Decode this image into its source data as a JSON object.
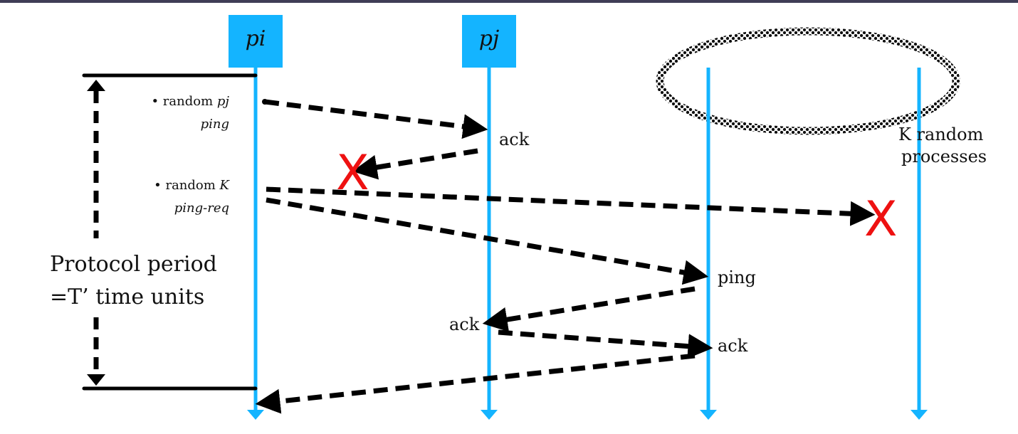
{
  "processes": {
    "p1": "pi",
    "p2": "pj"
  },
  "steps": {
    "step1_prefix": "• random ",
    "step1_var": "pj",
    "step1_msg": "ping",
    "step2_prefix": "• random ",
    "step2_var": "K",
    "step2_msg": "ping-req"
  },
  "messages": {
    "ack_pj": "ack",
    "ping_k": "ping",
    "ack_relay": "ack",
    "ack_k": "ack"
  },
  "group_label": {
    "line1": "K random",
    "line2": "processes"
  },
  "period_label": {
    "line1": "Protocol period",
    "line2": "=T’ time units"
  },
  "failure_marker": "X",
  "colors": {
    "lifeline": "#14b4ff",
    "arrow": "#000000",
    "failure": "#ee1111",
    "topbar": "#3f3d56"
  }
}
